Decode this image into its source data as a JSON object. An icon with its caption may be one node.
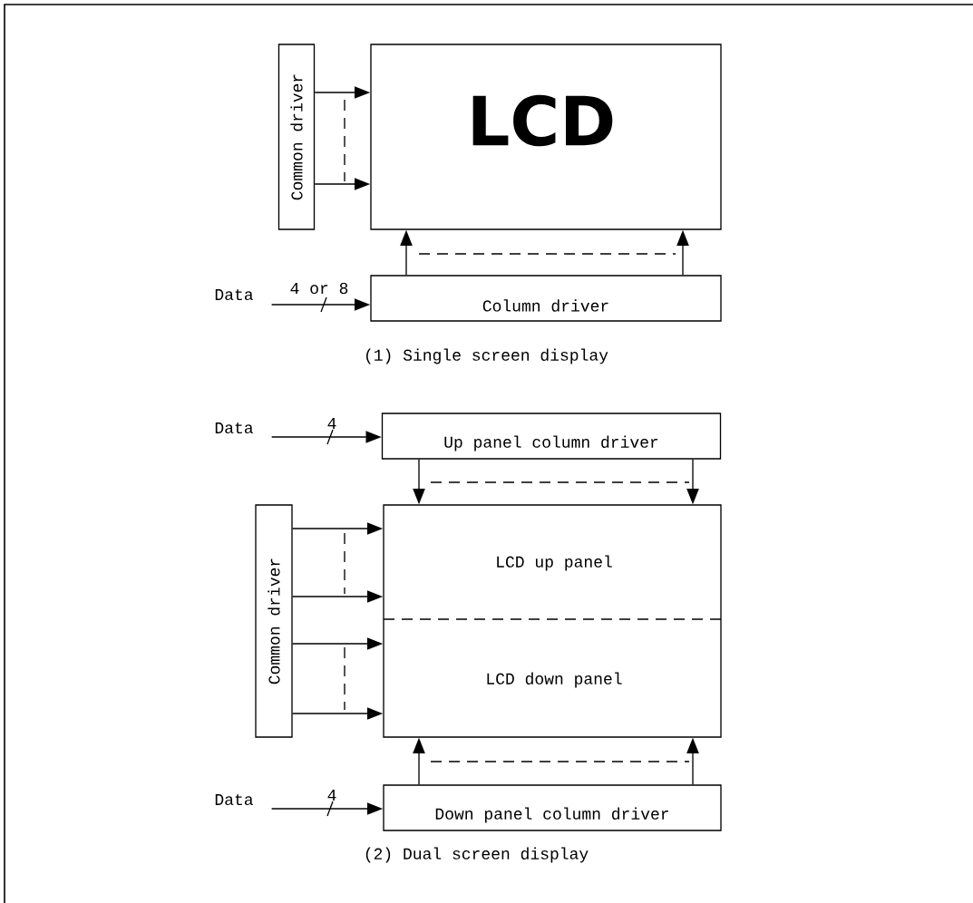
{
  "diagram": {
    "nodes": [
      {
        "text": [
          "Common driver"
        ]
      },
      {
        "text": [
          "LCD"
        ]
      },
      {
        "text": [
          "Data"
        ]
      },
      {
        "text": [
          "Column driver"
        ]
      },
      {
        "text": [
          "Data"
        ]
      },
      {
        "text": [
          "Up panel column driver"
        ]
      },
      {
        "text": [
          "Common driver"
        ]
      },
      {
        "text": [
          "LCD up panel",
          "LCD down panel"
        ]
      },
      {
        "text": [
          "Data"
        ]
      },
      {
        "text": [
          "Down panel column driver"
        ]
      }
    ],
    "edges": [
      {
        "from": 0,
        "to": 1,
        "arrow": "to"
      },
      {
        "from": 0,
        "to": 1,
        "arrow": "to"
      },
      {
        "from": 3,
        "to": 1,
        "arrow": "to"
      },
      {
        "from": 3,
        "to": 1,
        "arrow": "to"
      },
      {
        "from": 2,
        "to": 3,
        "arrow": "to",
        "label": "4 or 8"
      },
      {
        "from": 4,
        "to": 5,
        "arrow": "to",
        "label": "4"
      },
      {
        "from": 5,
        "to": 7,
        "arrow": "to"
      },
      {
        "from": 5,
        "to": 7,
        "arrow": "to"
      },
      {
        "from": 6,
        "to": 7,
        "arrow": "to"
      },
      {
        "from": 6,
        "to": 7,
        "arrow": "to"
      },
      {
        "from": 6,
        "to": 7,
        "arrow": "to"
      },
      {
        "from": 6,
        "to": 7,
        "arrow": "to"
      },
      {
        "from": 9,
        "to": 7,
        "arrow": "to"
      },
      {
        "from": 9,
        "to": 7,
        "arrow": "to"
      },
      {
        "from": 8,
        "to": 9,
        "arrow": "to",
        "label": "4"
      }
    ],
    "labels": [
      "(1) Single screen display",
      "(2) Dual screen display"
    ]
  }
}
